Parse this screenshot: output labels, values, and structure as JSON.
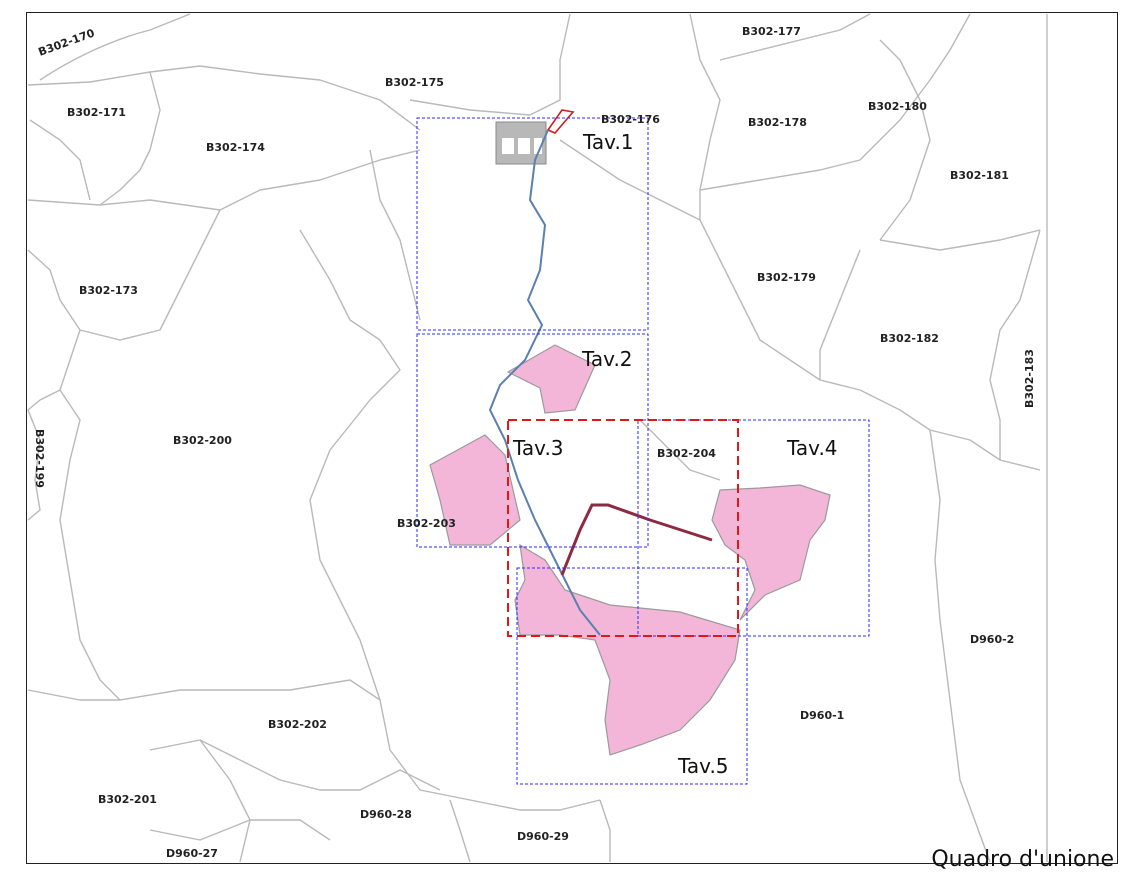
{
  "map": {
    "title": "Quadro d'unione",
    "parcels": [
      {
        "id": "B302-170"
      },
      {
        "id": "B302-171"
      },
      {
        "id": "B302-173"
      },
      {
        "id": "B302-174"
      },
      {
        "id": "B302-175"
      },
      {
        "id": "B302-176"
      },
      {
        "id": "B302-177"
      },
      {
        "id": "B302-178"
      },
      {
        "id": "B302-179"
      },
      {
        "id": "B302-180"
      },
      {
        "id": "B302-181"
      },
      {
        "id": "B302-182"
      },
      {
        "id": "B302-183"
      },
      {
        "id": "B302-199"
      },
      {
        "id": "B302-200"
      },
      {
        "id": "B302-201"
      },
      {
        "id": "B302-202"
      },
      {
        "id": "B302-203"
      },
      {
        "id": "B302-204"
      },
      {
        "id": "D960-1"
      },
      {
        "id": "D960-2"
      },
      {
        "id": "D960-27"
      },
      {
        "id": "D960-28"
      },
      {
        "id": "D960-29"
      }
    ],
    "sheets": [
      {
        "label": "Tav.1"
      },
      {
        "label": "Tav.2"
      },
      {
        "label": "Tav.3"
      },
      {
        "label": "Tav.4"
      },
      {
        "label": "Tav.5"
      }
    ],
    "colors": {
      "boundary": "#b9b9b9",
      "project_area": "#f4b6d8",
      "sheet_frame": "#2b2bff",
      "highlighted_sheet_frame": "#e01818",
      "cable_route": "#5a7fb0",
      "connection_route": "#8b2a40"
    }
  }
}
